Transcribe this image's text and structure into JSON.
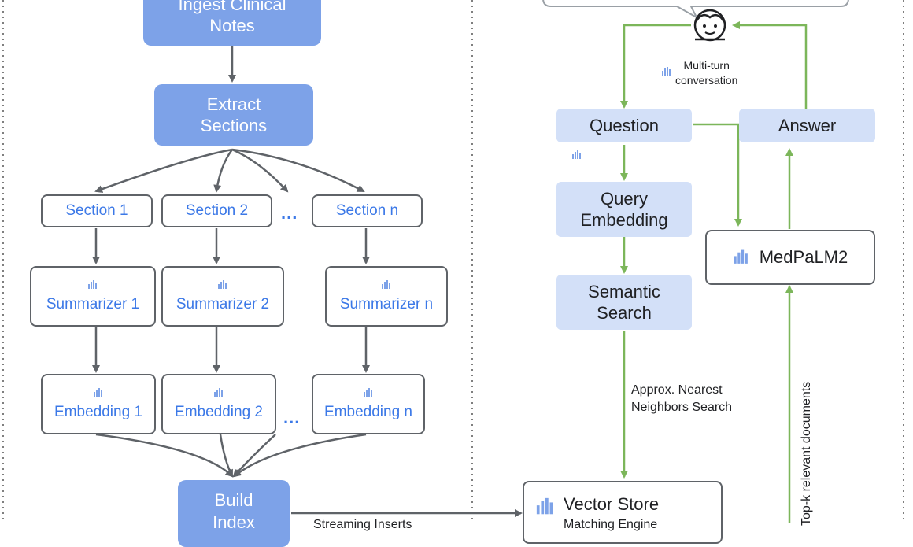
{
  "left_pipeline": {
    "ingest": "Ingest Clinical\nNotes",
    "extract": "Extract\nSections",
    "sections": [
      "Section 1",
      "Section 2",
      "Section n"
    ],
    "summarizers": [
      "Summarizer 1",
      "Summarizer 2",
      "Summarizer n"
    ],
    "embeddings": [
      "Embedding 1",
      "Embedding 2",
      "Embedding n"
    ],
    "ellipsis": "...",
    "build_index": "Build\nIndex"
  },
  "right_pipeline": {
    "multi_turn": "Multi-turn\nconversation",
    "question": "Question",
    "answer": "Answer",
    "query_embedding": "Query\nEmbedding",
    "semantic_search": "Semantic\nSearch",
    "medpalm": "MedPaLM2",
    "ann_search": "Approx. Nearest\nNeighbors Search",
    "vector_store_title": "Vector Store",
    "vector_store_subtitle": "Matching Engine",
    "top_k": "Top-k relevant documents",
    "streaming": "Streaming Inserts"
  },
  "colors": {
    "solid_blue": "#7da2e8",
    "light_blue": "#d3e0f8",
    "gray_arrow": "#5f6368",
    "green_arrow": "#7cb65a",
    "blue_text": "#3b78e7"
  },
  "icons": [
    "sparkle-icon",
    "user-icon"
  ]
}
